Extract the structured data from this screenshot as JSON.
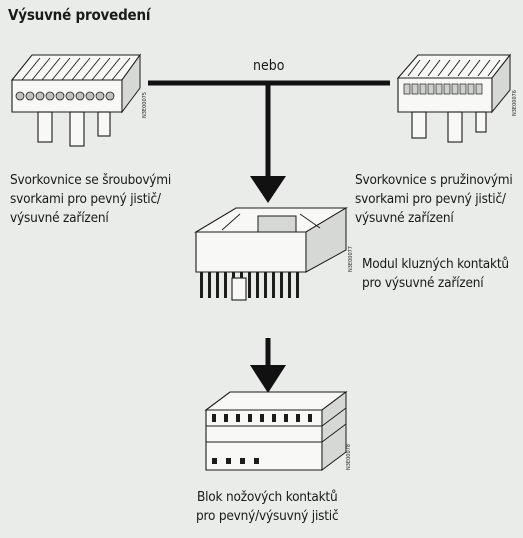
{
  "title": "Výsuvné provedení",
  "connector_label": "nebo",
  "captions": {
    "left": "Svorkovnice se šroubovými\nsvorkami pro pevný jistič/\nvýsuvné zařízení",
    "right": "Svorkovnice s pružinovými\nsvorkami pro pevný jistič/\nvýsuvné zařízení",
    "module": "Modul kluzných kontaktů\npro výsuvné zařízení",
    "block": "Blok nožových kontaktů\npro pevný/výsuvný jistič"
  },
  "part_codes": {
    "left": "N3E00075",
    "right": "N3E00076",
    "module": "N3E00077",
    "block": "N3E00078"
  },
  "colors": {
    "background": "#e9ece9",
    "lines": "#111111"
  }
}
